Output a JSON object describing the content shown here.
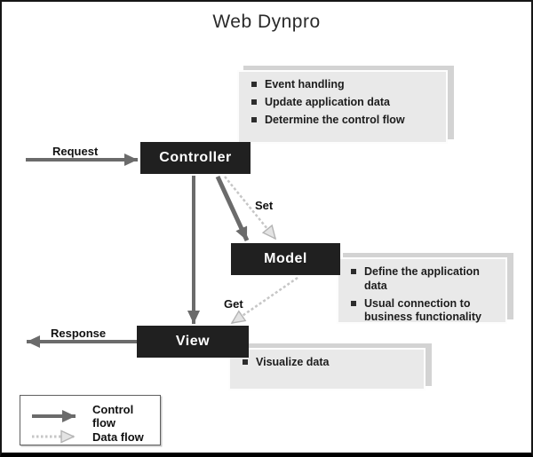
{
  "title": "Web Dynpro",
  "boxes": {
    "controller": "Controller",
    "model": "Model",
    "view": "View"
  },
  "arrow_labels": {
    "request": "Request",
    "response": "Response",
    "set": "Set",
    "get": "Get"
  },
  "notes": {
    "controller": {
      "items": [
        "Event handling",
        "Update application data",
        "Determine the control flow"
      ]
    },
    "model": {
      "items": [
        "Define the application data",
        "Usual connection to business functionality"
      ]
    },
    "view": {
      "items": [
        "Visualize data"
      ]
    }
  },
  "legend": {
    "control_flow": "Control flow",
    "data_flow": "Data flow"
  },
  "colors": {
    "node_background": "#202020",
    "node_text": "#ffffff",
    "note_background": "#e9e9e9",
    "note_shadow": "#d3d3d3",
    "control_flow_arrow": "#6b6b6b",
    "data_flow_arrow": "#c6c6c6"
  }
}
